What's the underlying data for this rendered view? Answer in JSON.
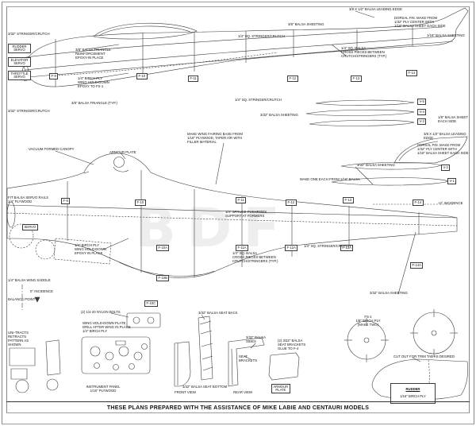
{
  "page": {
    "title_strip": "THESE PLANS PREPARED WITH THE ASSISTANCE OF MIKE LABIE AND CENTAURI MODELS",
    "watermark": "BDF"
  },
  "colors": {
    "ink": "#3b3b3b",
    "paper": "#ffffff"
  },
  "servo_tray": {
    "items": [
      {
        "label": "RUDDER\nSERVO"
      },
      {
        "label": "ELEVATOR\nSERVO"
      },
      {
        "label": "THROTTLE\nSERVO"
      }
    ]
  },
  "formers_top": [
    "F-9",
    "F-10",
    "F-11",
    "F-12",
    "F-13",
    "F-14"
  ],
  "formers_side": [
    "F-9",
    "F-10",
    "F-11",
    "F-12",
    "F-13",
    "F-14"
  ],
  "sub_formers": [
    "F-10A",
    "F-11A",
    "F-12A",
    "F-13A",
    "F-14A",
    "F-10B",
    "F-10C"
  ],
  "tail_templates": [
    "V-5",
    "V-4",
    "V-3",
    "V-2",
    "V-1"
  ],
  "annotations": {
    "stringer_crutch_tl": "3/32\" STRINGER/CRUTCH",
    "stringer_crutch_ml": "3/32\" STRINGER/CRUTCH",
    "balsa_triangle_note": "3/8\" BALSA TRIANGLE\nREINFORCEMENT\nEPOXY-IN PLACE",
    "birch_ply_holddown_top": "1/4\" BIRCH PLY\nWING HOLD-DOWN\nEPOXY TO FS-1",
    "balsa_triangle_typ": "3/8\" BALSA TRIANGLE (TYP.)",
    "sq_stringer_top": "1/4\" SQ. STRINGER/CRUTCH",
    "sq_stringer_top2": "1/4\" SQ. STRINGER/CRUTCH",
    "balsa_sheeting_top": "3/8\" BALSA SHEETING",
    "balsa_sheeting_top2": "3/32\" BALSA SHEETING",
    "leading_edge_tr": "3/8 X 1/2\" BALSA LEADING EDGE",
    "dorsal_fin_tr": "DORSAL FIN. MAKE FROM\n1/32\" PLY CENTER WITH\n1/16\" BALSA SHEET EACH SIDE",
    "sheeting_tr": "1/16\" BALSA SHEETING",
    "sq_balsa_cross_top": "1/4\" SQ. BALSA\nCROSS PIECES BETWEEN\nCRUTCH/STRINGERS (TYP.)",
    "v_sheet_note": "1/8\" BALSA SHEET\nEACH SIDE",
    "leading_edge_r": "3/8 X 1/2\" BALSA LEADING EDGE",
    "dorsal_fin_r": "DORSAL FIN. MAKE FROM\n1/32\" PLY CENTER WITH\n1/16\" BALSA SHEET EACH SIDE",
    "incidence_r": "+2° INCIDENCE",
    "make_wing_fairing": "MAKE WING FAIRING BASE FROM\n1/16\" PLYWOOD, TAPER A/R WITH\nFILLER MATERIAL",
    "vacuum_canopy": "VACUUM FORMED CANOPY",
    "armour_plate_note": "ARMOUR PLATE",
    "make_one_each": "MAKE ONE EACH FROM 1/16\" BALSA",
    "balsa_sheeting_mid": "3/32\" BALSA SHEETING",
    "servo_rails": "FIT BALSA SERVO RAILS\n1/4\" PLYWOOD",
    "servo_label": "SERVO",
    "spruce_pushrods": "1/4\" SPRUCE PUSHRODS\nSUPPORT AT FORMERS",
    "birch_ply_holddown_mid": "1/4\" BIRCH PLY\nWING HOLD-DOWN\nEPOXY IN PLACE",
    "sq_balsa_cross_mid": "1/4\" SQ. BALSA\nCROSS PIECES BETWEEN\nCRUTCH/STRINGERS (TYP.)",
    "sq_stringer_mid": "1/4\" SQ. STRINGER/CRUTCH",
    "wing_saddle": "1/4\" BALSA WING SADDLE",
    "incidence_0": "0° INCIDENCE",
    "balance_point": "BALANCE POINT",
    "nylon_bolts": "(2) 1/4-20 NYLON BOLTS",
    "balsa_sheeting_tail": "3/32\" BALSA SHEETING",
    "uni_tracts": "UNI-TRACTS\nRETRACTS\nPATTERN AS\nSHOWN",
    "wing_holddown_plate": "WING HOLD-DOWN PLATE\nDRILL AFTER WING IN PLACE\n1/4\" BIRCH PLY",
    "seat_back": "3/32\" BALSA SEAT BACK",
    "balsa_sides": "3/32\" BALSA\nSIDES",
    "seat_brackets": "SEAT\nBRACKETS",
    "seat_brackets_note": "(2) 3/32\" BALSA\nSEAT BRACKETS\nGLUE TO F-4",
    "fs1_note": "FS-1\n1/8\" BIRCH PLY\n(MAKE TWO)",
    "seat_bottom": "3/32\" BALSA SEAT BOTTOM",
    "front_view": "FRONT VIEW",
    "rear_view": "REAR VIEW",
    "armour_plate_box": "ARMOUR\nPLATE",
    "instrument_panel": "INSTRUMENT PANEL\n1/16\" PLYWOOD",
    "trim_tab": "CUT OUT FOR TRIM TAB AS DESIRED",
    "rudder_title": "RUDDER",
    "rudder_sub": "1/16\" BIRCH PLY"
  }
}
